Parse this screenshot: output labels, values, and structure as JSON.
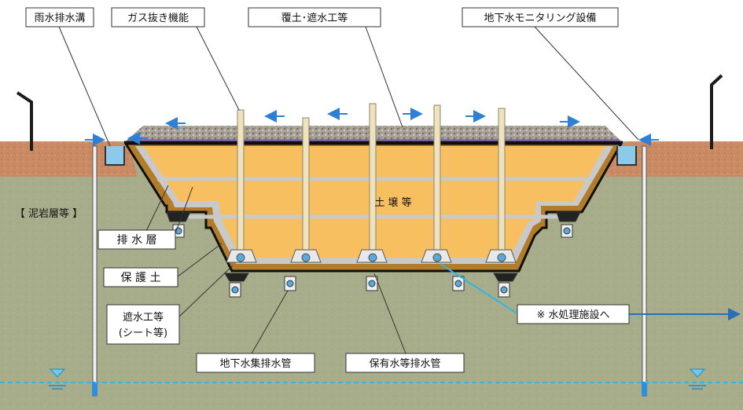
{
  "labels": {
    "rain_ditch": "雨水排水溝",
    "gas_vent": "ガス抜き機能",
    "cover_soil": "覆土･遮水工等",
    "monitoring": "地下水モニタリング設備",
    "mudstone": "【 泥岩層等 】",
    "drain_layer": "排 水 層",
    "protect_soil": "保 護 土",
    "barrier_1": "遮水工等",
    "barrier_2": "(シート等)",
    "groundwater_pipe": "地下水集排水管",
    "retained_water_pipe": "保有水等排水管",
    "water_treatment": "※ 水処理施設へ",
    "soil": "土 壌 等"
  },
  "colors": {
    "sky": "#ffffff",
    "ground": "#a7ad8a",
    "surface_soil": "#c98a64",
    "fill": "#f7bf5f",
    "liner": "#0f0f0f",
    "drain_band": "#c9c9c9",
    "protect_band": "#b27c2a",
    "arrow": "#2e7fd6",
    "water_line": "#2eb6e6",
    "treatment_line": "#2a6fb5"
  }
}
